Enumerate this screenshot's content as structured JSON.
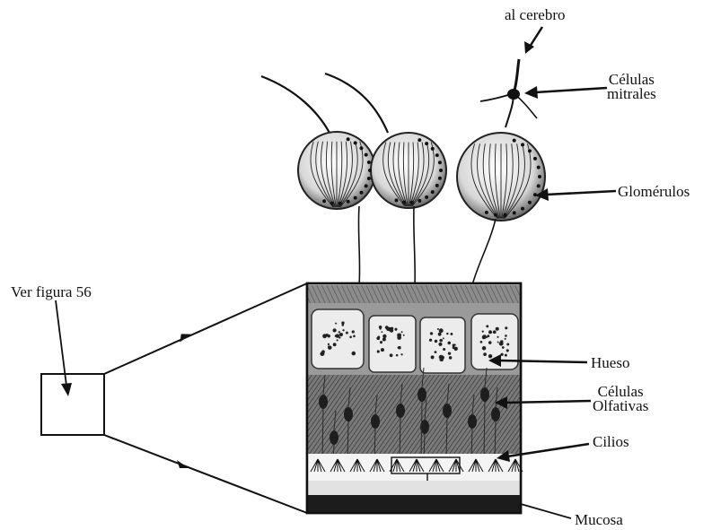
{
  "labels": {
    "al_cerebro": "al cerebro",
    "celulas_mitrales": [
      "Células",
      "mitrales"
    ],
    "glomerulos": "Glomérulos",
    "ver_figura": "Ver figura 56",
    "hueso": "Hueso",
    "celulas_olfativas": [
      "Células",
      "Olfativas"
    ],
    "cilios": "Cilios",
    "mucosa": "Mucosa"
  },
  "colors": {
    "ink": "#111111",
    "tissue_dark": "#5a5a5a",
    "tissue_mid": "#8a8a8a",
    "bone_light": "#e6e6e6",
    "mucosa": "#1c1c1c"
  }
}
